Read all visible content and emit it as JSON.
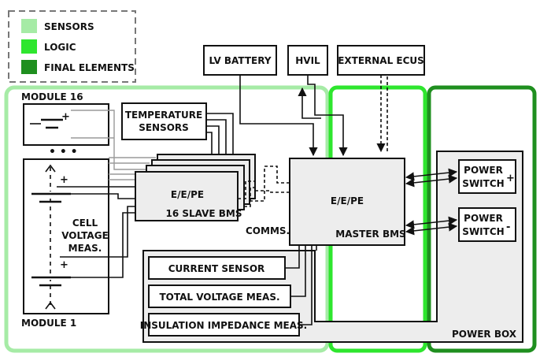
{
  "colors": {
    "sensors": "#a6eba6",
    "logic": "#2ee62e",
    "final_elements": "#1f8f1f",
    "box_fill": "#ededed",
    "line": "#111111"
  },
  "legend": {
    "items": [
      {
        "label": "SENSORS",
        "color": "#a6eba6"
      },
      {
        "label": "LOGIC",
        "color": "#2ee62e"
      },
      {
        "label": "FINAL ELEMENTS",
        "color": "#1f8f1f"
      }
    ]
  },
  "inputs": {
    "lv_battery": "LV BATTERY",
    "hvil": "HVIL",
    "external_ecus": "EXTERNAL ECUS"
  },
  "modules": {
    "top": "MODULE 16",
    "bottom": "MODULE 1",
    "ellipsis": "• • •",
    "cell_voltage": [
      "CELL",
      "VOLTAGE",
      "MEAS."
    ],
    "plus": "+"
  },
  "temperature_sensors": [
    "TEMPERATURE",
    "SENSORS"
  ],
  "slave_bms": {
    "line1": "E/E/PE",
    "line2": "16 SLAVE BMS"
  },
  "comms": "COMMS.",
  "master_bms": {
    "line1": "E/E/PE",
    "line2": "MASTER BMS"
  },
  "measurements": {
    "current_sensor": "CURRENT SENSOR",
    "total_voltage": "TOTAL VOLTAGE MEAS.",
    "insulation_impedance": "INSULATION IMPEDANCE MEAS."
  },
  "power_switches": [
    {
      "line1": "POWER",
      "line2": "SWITCH",
      "sign": "+"
    },
    {
      "line1": "POWER",
      "line2": "SWITCH",
      "sign": "-"
    }
  ],
  "power_box": "POWER BOX"
}
